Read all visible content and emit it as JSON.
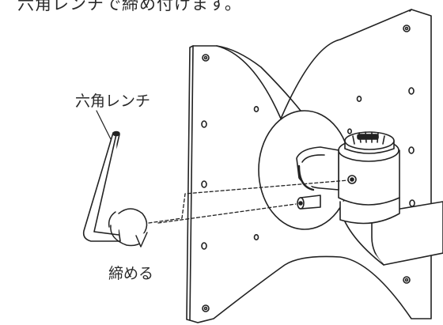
{
  "caption": "六角レンチで締め付けます。",
  "labels": {
    "hex_wrench": "六角レンチ",
    "tighten": "締める"
  },
  "colors": {
    "stroke": "#222222",
    "background": "#ffffff"
  }
}
